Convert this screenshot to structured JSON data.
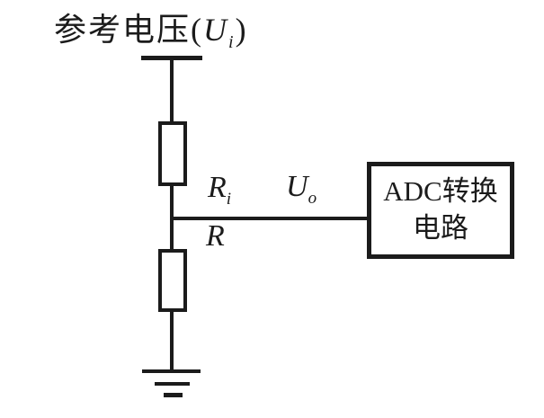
{
  "colors": {
    "ink": "#1b1b1b",
    "background": "#ffffff"
  },
  "title": {
    "prefix": "参考电压(",
    "symbol": "U",
    "subscript": "i",
    "suffix": ")"
  },
  "labels": {
    "top_resistor": {
      "symbol": "R",
      "subscript": "i"
    },
    "bottom_resistor": {
      "symbol": "R"
    },
    "output_voltage": {
      "symbol": "U",
      "subscript": "o"
    }
  },
  "adc_box": {
    "line1": "ADC转换",
    "line2": "电路"
  }
}
